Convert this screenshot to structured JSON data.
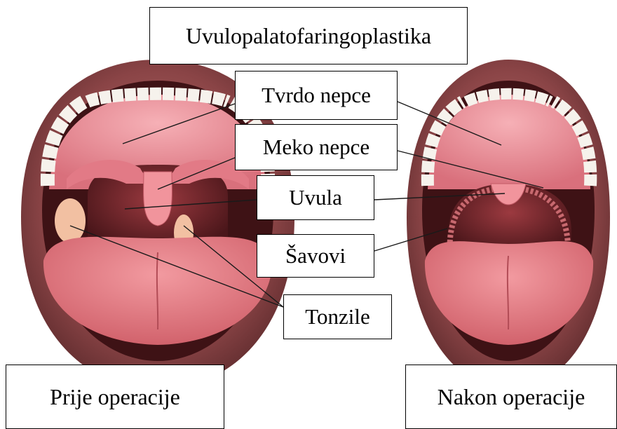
{
  "title": "Uvulopalatofaringoplastika",
  "labels": {
    "hard_palate": "Tvrdo nepce",
    "soft_palate": "Meko nepce",
    "uvula": "Uvula",
    "sutures": "Šavovi",
    "tonsils": "Tonzile"
  },
  "captions": {
    "before": "Prije operacije",
    "after": "Nakon operacije"
  },
  "colors": {
    "lip": "#7a3a3c",
    "lip_light": "#a65c5c",
    "throat": "#5a2024",
    "palate": "#e88c95",
    "teeth": "#f5f1ec",
    "tongue": "#e2707a",
    "tonsil": "#f0b79a"
  }
}
